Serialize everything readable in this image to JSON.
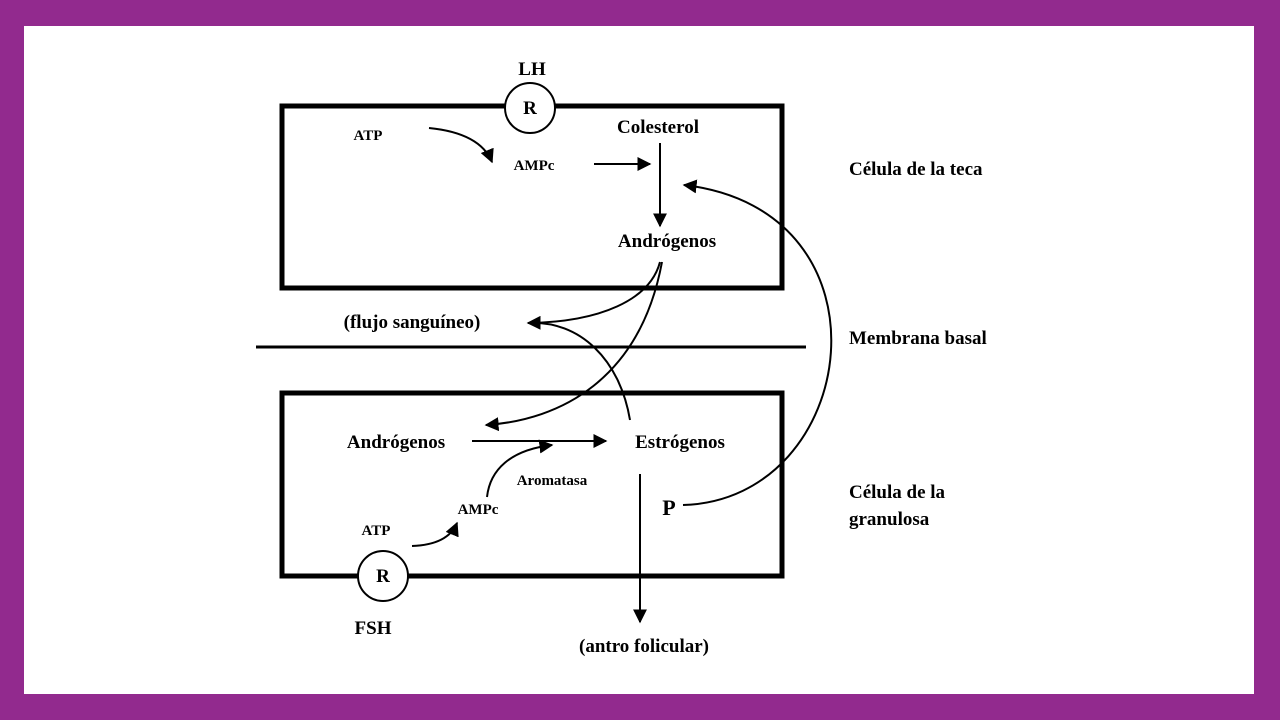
{
  "background_color": "#922a8e",
  "theca_cell": {
    "receptor_hormone": "LH",
    "receptor_symbol": "R",
    "atp": "ATP",
    "ampc": "AMPc",
    "colesterol": "Colesterol",
    "androgenos": "Andrógenos"
  },
  "granulosa_cell": {
    "androgenos": "Andrógenos",
    "estrogenos": "Estrógenos",
    "aromatasa": "Aromatasa",
    "ampc": "AMPc",
    "atp": "ATP",
    "p_label": "P",
    "receptor_symbol": "R",
    "receptor_hormone": "FSH"
  },
  "flujo_sanguineo": "(flujo sanguíneo)",
  "antro_folicular": "(antro folicular)",
  "side_labels": {
    "teca": "Célula de la teca",
    "membrana": "Membrana basal",
    "granulosa_line1": "Célula de la",
    "granulosa_line2": "granulosa"
  }
}
